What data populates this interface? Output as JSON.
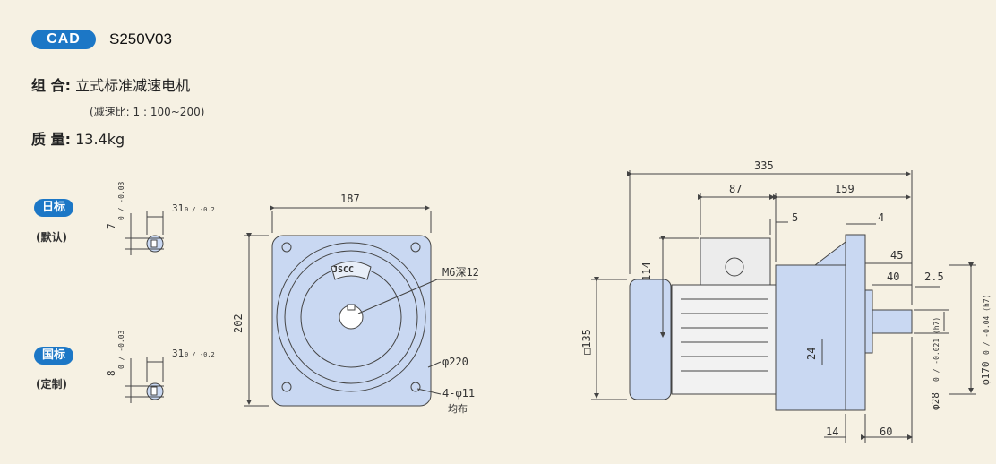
{
  "header": {
    "badge": "CAD",
    "model": "S250V03"
  },
  "spec": {
    "combo_label": "组 合:",
    "combo_value": "立式标准减速电机",
    "ratio": "(减速比: 1 : 100~200)",
    "mass_label": "质 量:",
    "mass_value": "13.4kg"
  },
  "shaft_keys": [
    {
      "tag": "日标",
      "sub": "(默认)",
      "key_h": "7",
      "key_tol": "0 / -0.03",
      "dim": "31",
      "dim_tol": "0 / -0.2"
    },
    {
      "tag": "国标",
      "sub": "(定制)",
      "key_h": "8",
      "key_tol": "0 / -0.03",
      "dim": "31",
      "dim_tol": "0 / -0.2"
    }
  ],
  "front_view": {
    "width": "187",
    "height": "202",
    "tap": "M6深12",
    "pcd": "φ220",
    "holes": "4-φ11",
    "holes_note": "均布",
    "logo": "JSCC"
  },
  "side_view": {
    "overall": "335",
    "d87": "87",
    "d159": "159",
    "d5": "5",
    "d4": "4",
    "d114": "114",
    "d45": "45",
    "d40": "40",
    "d25": "2.5",
    "sq135": "□135",
    "d24": "24",
    "d14": "14",
    "d60": "60",
    "spigot": "φ170",
    "spigot_tol": "0 / -0.04 (h7)",
    "shaft": "φ28",
    "shaft_tol": "0 / -0.021 (h7)"
  },
  "colors": {
    "accent": "#1c77c6",
    "fill": "#c9d8f2",
    "line": "#4a4a4a",
    "bg": "#f6f1e3"
  }
}
